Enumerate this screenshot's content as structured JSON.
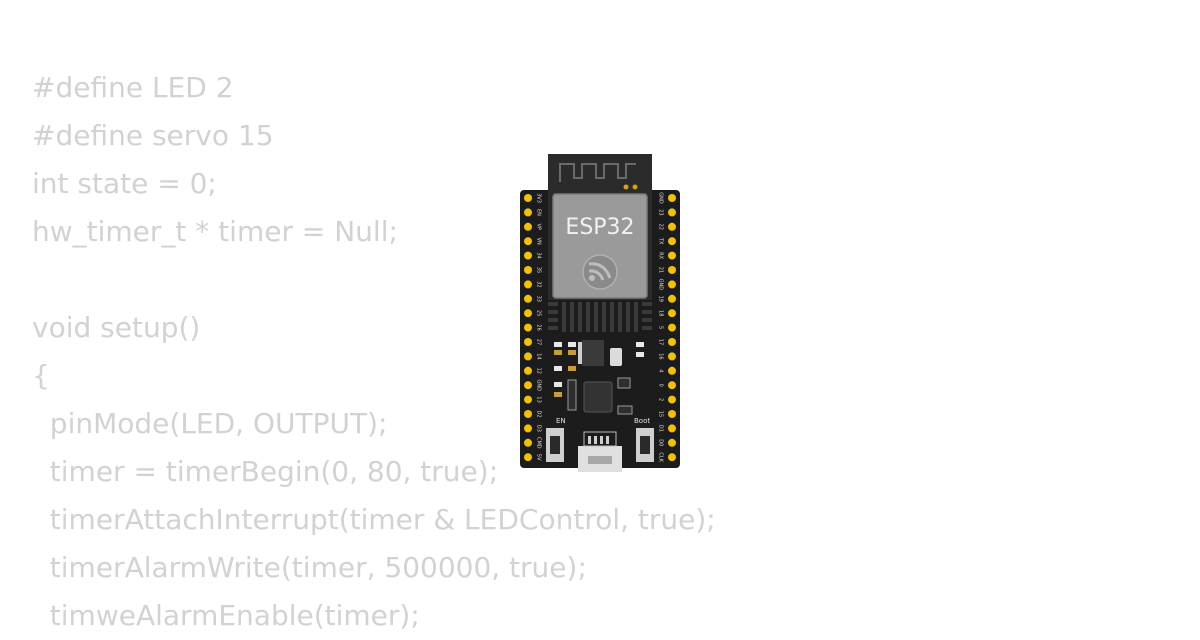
{
  "code": {
    "lines": [
      "#define LED 2",
      "#define servo 15",
      "int state = 0;",
      "hw_timer_t * timer = Null;",
      "",
      "void setup()",
      "{",
      "  pinMode(LED, OUTPUT);",
      "  timer = timerBegin(0, 80, true);",
      "  timerAttachInterrupt(timer & LEDControl, true);",
      "  timerAlarmWrite(timer, 500000, true);",
      "  timweAlarmEnable(timer);"
    ]
  },
  "board": {
    "chip_label": "ESP32",
    "left_pins": [
      "3V3",
      "EN",
      "VP",
      "VN",
      "34",
      "35",
      "32",
      "33",
      "25",
      "26",
      "27",
      "14",
      "12",
      "GND",
      "13",
      "D2",
      "D3",
      "CMD",
      "5V"
    ],
    "right_pins": [
      "GND",
      "23",
      "22",
      "TX",
      "RX",
      "21",
      "GND",
      "19",
      "18",
      "5",
      "17",
      "16",
      "4",
      "0",
      "2",
      "15",
      "D1",
      "D0",
      "CLK"
    ],
    "button_left_label": "EN",
    "button_right_label": "Boot",
    "colors": {
      "pcb": "#1c1c1c",
      "module": "#2b2b2b",
      "shield": "#9a9a9a",
      "shield_edge": "#7a7a7a",
      "pin": "#f2c200",
      "text": "#e0e0e0",
      "code_text": "#d2d2d2"
    }
  }
}
